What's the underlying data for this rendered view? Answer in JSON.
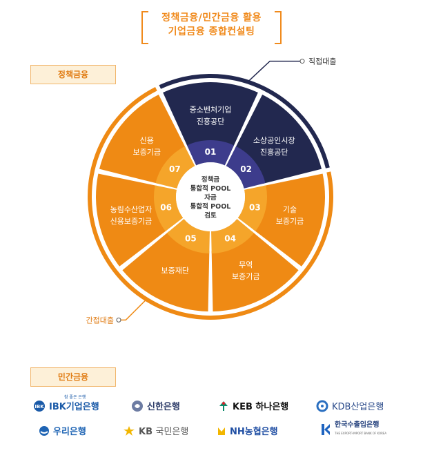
{
  "title": {
    "line1": "정책금융/민간금융 활용",
    "line2": "기업금융 종합컨설팅"
  },
  "labels": {
    "policy_finance": "정책금융",
    "private_finance": "민간금융",
    "direct_loan": "직접대출",
    "indirect_loan": "간접대출"
  },
  "center": {
    "lines": [
      "정책금",
      "통합적 POOL",
      "자금",
      "통합적 POOL",
      "검토"
    ]
  },
  "segments": [
    {
      "num": "01",
      "lines": [
        "중소벤처기업",
        "진흥공단"
      ],
      "type": "direct"
    },
    {
      "num": "02",
      "lines": [
        "소상공인시장",
        "진흥공단"
      ],
      "type": "direct"
    },
    {
      "num": "03",
      "lines": [
        "기술",
        "보증기금"
      ],
      "type": "indirect"
    },
    {
      "num": "04",
      "lines": [
        "무역",
        "보증기금"
      ],
      "type": "indirect"
    },
    {
      "num": "05",
      "lines": [
        "보증재단"
      ],
      "type": "indirect"
    },
    {
      "num": "06",
      "lines": [
        "농림수산업자",
        "신용보증기금"
      ],
      "type": "indirect"
    },
    {
      "num": "07",
      "lines": [
        "신용",
        "보증기금"
      ],
      "type": "indirect"
    }
  ],
  "colors": {
    "navy": "#22284F",
    "orange": "#EF8A14",
    "inner_orange": "#F5A52A",
    "purple": "#3D3C8C",
    "accent": "#F08A1C"
  },
  "banks": [
    {
      "name": "IBK기업은행",
      "prefix": "IBK",
      "text": "기업은행",
      "tagline": "참 좋은 은행",
      "color": "#1a5aa8",
      "icon": "ibk-logo-icon"
    },
    {
      "name": "신한은행",
      "text": "신한은행",
      "color": "#2b3a67",
      "icon": "shinhan-logo-icon"
    },
    {
      "name": "KEB하나은행",
      "prefix": "KEB",
      "text": "하나은행",
      "color": "#111111",
      "icon": "hana-logo-icon"
    },
    {
      "name": "KDB산업은행",
      "text": "KDB산업은행",
      "color": "#2a4a8a",
      "icon": "kdb-logo-icon"
    },
    {
      "name": "우리은행",
      "text": "우리은행",
      "color": "#1e64b4",
      "icon": "woori-logo-icon"
    },
    {
      "name": "KB국민은행",
      "prefix": "KB",
      "text": "국민은행",
      "color": "#555555",
      "icon": "kb-logo-icon"
    },
    {
      "name": "NH농협은행",
      "prefix": "NH",
      "text": "농협은행",
      "color": "#1f4ea3",
      "icon": "nh-logo-icon"
    },
    {
      "name": "한국수출입은행",
      "text": "한국수출입은행",
      "tagline": "THE EXPORT-IMPORT BANK OF KOREA",
      "color": "#1f3c7a",
      "icon": "kexim-logo-icon"
    }
  ]
}
